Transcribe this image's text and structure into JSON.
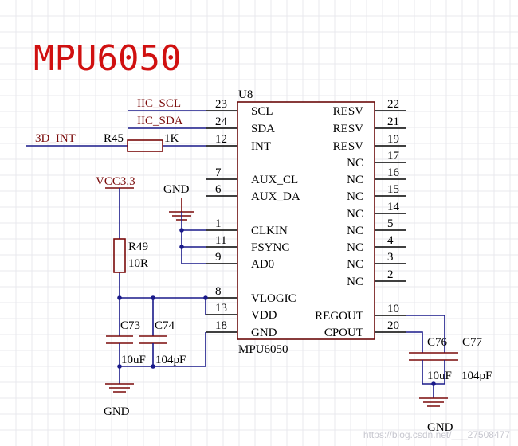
{
  "title": "MPU6050",
  "chip": {
    "ref": "U8",
    "part": "MPU6050",
    "left_pins": [
      {
        "num": "23",
        "name": "SCL"
      },
      {
        "num": "24",
        "name": "SDA"
      },
      {
        "num": "12",
        "name": "INT"
      },
      {
        "num": "7",
        "name": "AUX_CL"
      },
      {
        "num": "6",
        "name": "AUX_DA"
      },
      {
        "num": "1",
        "name": "CLKIN"
      },
      {
        "num": "11",
        "name": "FSYNC"
      },
      {
        "num": "9",
        "name": "AD0"
      },
      {
        "num": "8",
        "name": "VLOGIC"
      },
      {
        "num": "13",
        "name": "VDD"
      },
      {
        "num": "18",
        "name": "GND"
      }
    ],
    "right_pins": [
      {
        "num": "22",
        "name": "RESV"
      },
      {
        "num": "21",
        "name": "RESV"
      },
      {
        "num": "19",
        "name": "RESV"
      },
      {
        "num": "17",
        "name": "NC"
      },
      {
        "num": "16",
        "name": "NC"
      },
      {
        "num": "15",
        "name": "NC"
      },
      {
        "num": "14",
        "name": "NC"
      },
      {
        "num": "5",
        "name": "NC"
      },
      {
        "num": "4",
        "name": "NC"
      },
      {
        "num": "3",
        "name": "NC"
      },
      {
        "num": "2",
        "name": "NC"
      },
      {
        "num": "10",
        "name": "REGOUT"
      },
      {
        "num": "20",
        "name": "CPOUT"
      }
    ]
  },
  "nets": {
    "scl": "IIC_SCL",
    "sda": "IIC_SDA",
    "int": "3D_INT",
    "vcc": "VCC3.3",
    "gnd_top": "GND",
    "gnd_left": "GND",
    "gnd_right": "GND"
  },
  "parts": {
    "r45": {
      "ref": "R45",
      "value": "1K"
    },
    "r49": {
      "ref": "R49",
      "value": "10R"
    },
    "c73": {
      "ref": "C73",
      "value": "10uF"
    },
    "c74": {
      "ref": "C74",
      "value": "104pF"
    },
    "c76": {
      "ref": "C76",
      "value": "10uF"
    },
    "c77": {
      "ref": "C77",
      "value": "104pF"
    }
  },
  "watermark": "https://blog.csdn.net/___27508477"
}
